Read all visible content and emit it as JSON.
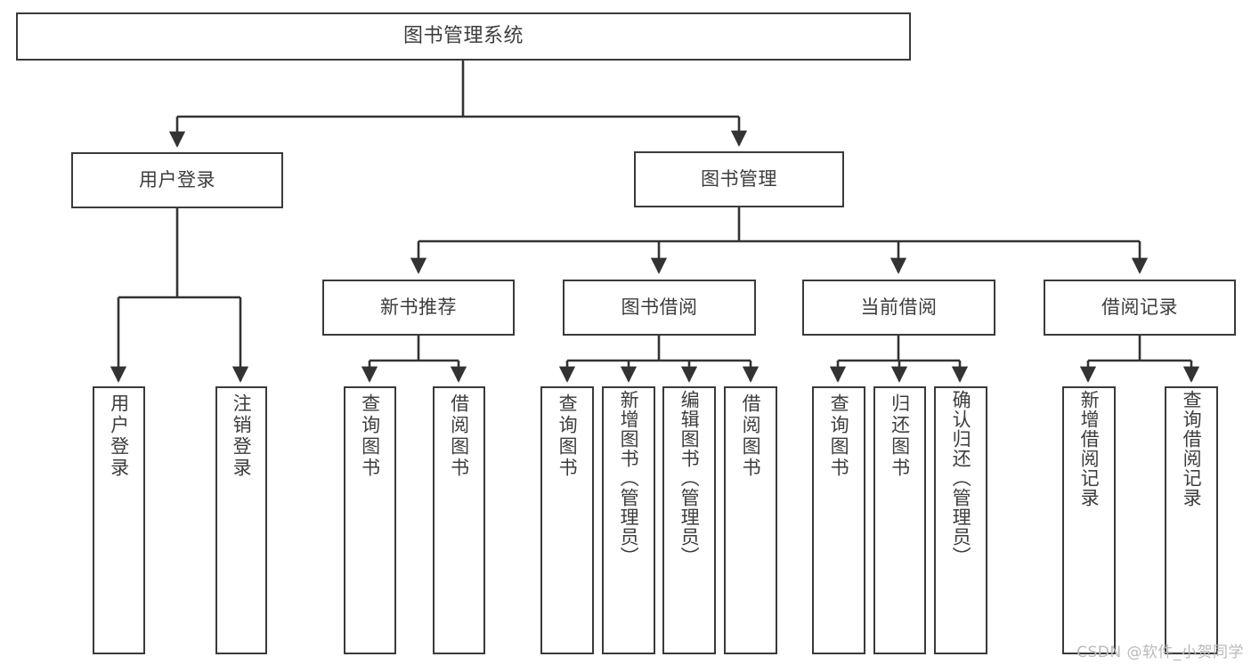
{
  "diagram": {
    "title": "图书管理系统",
    "type": "tree-hierarchy",
    "watermark": "CSDN @软件_小贺同学",
    "colors": {
      "background": "#ffffff",
      "box_border": "#3a3a3a",
      "box_fill": "#ffffff",
      "text": "#3d3d3d",
      "connector": "#3a3a3a",
      "watermark": "#b9b9b9"
    },
    "nodes": {
      "root": {
        "label": "图书管理系统"
      },
      "level2": [
        {
          "id": "user-login",
          "label": "用户登录"
        },
        {
          "id": "book-manage",
          "label": "图书管理"
        }
      ],
      "level3": [
        {
          "id": "new-book-recommend",
          "label": "新书推荐"
        },
        {
          "id": "book-borrow",
          "label": "图书借阅"
        },
        {
          "id": "current-borrow",
          "label": "当前借阅"
        },
        {
          "id": "borrow-record",
          "label": "借阅记录"
        }
      ],
      "leaves": {
        "user_login": [
          {
            "id": "leaf-user-login",
            "label": "用户登录"
          },
          {
            "id": "leaf-logout-login",
            "label": "注销登录"
          }
        ],
        "new_book_recommend": [
          {
            "id": "leaf-query-book-1",
            "label": "查询图书"
          },
          {
            "id": "leaf-borrow-book-1",
            "label": "借阅图书"
          }
        ],
        "book_borrow": [
          {
            "id": "leaf-query-book-2",
            "label": "查询图书"
          },
          {
            "id": "leaf-add-book",
            "label": "新增图书（管理员）"
          },
          {
            "id": "leaf-edit-book",
            "label": "编辑图书（管理员）"
          },
          {
            "id": "leaf-borrow-book-2",
            "label": "借阅图书"
          }
        ],
        "current_borrow": [
          {
            "id": "leaf-query-book-3",
            "label": "查询图书"
          },
          {
            "id": "leaf-return-book",
            "label": "归还图书"
          },
          {
            "id": "leaf-confirm-return",
            "label": "确认归还（管理员）"
          }
        ],
        "borrow_record": [
          {
            "id": "leaf-add-record",
            "label": "新增借阅记录"
          },
          {
            "id": "leaf-query-record",
            "label": "查询借阅记录"
          }
        ]
      }
    }
  }
}
